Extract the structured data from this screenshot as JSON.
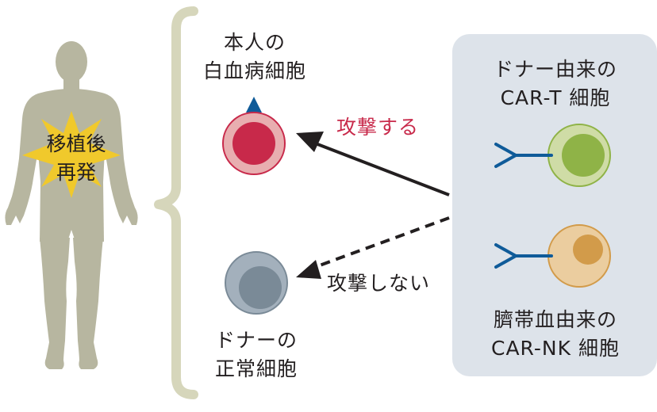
{
  "colors": {
    "body_silhouette": "#b7b6a0",
    "burst": "#f0c92c",
    "brace": "#d6d6bb",
    "panel_bg": "#dde3ea",
    "leukemia_outer": "#e8aeb0",
    "leukemia_inner": "#c8294a",
    "antigen": "#0f5b99",
    "normal_outer": "#a3b0bc",
    "normal_inner": "#7a8a97",
    "cart_outer": "#cfdca6",
    "cart_inner": "#8fb347",
    "carnk_outer": "#ebcd9f",
    "carnk_inner": "#d29b4a",
    "receptor": "#0f5b99",
    "attack_text": "#c8294a",
    "arrow": "#231f20"
  },
  "patient": {
    "label_line1": "移植後",
    "label_line2": "再発"
  },
  "leukemia_cell": {
    "label_line1": "本人の",
    "label_line2": "白血病細胞"
  },
  "normal_cell": {
    "label_line1": "ドナーの",
    "label_line2": "正常細胞"
  },
  "arrows": {
    "attack_label": "攻撃する",
    "no_attack_label": "攻撃しない"
  },
  "panel": {
    "cart": {
      "label_line1": "ドナー由来の",
      "label_line2": "CAR-T 細胞"
    },
    "carnk": {
      "label_line1": "臍帯血由来の",
      "label_line2": "CAR-NK 細胞"
    }
  }
}
